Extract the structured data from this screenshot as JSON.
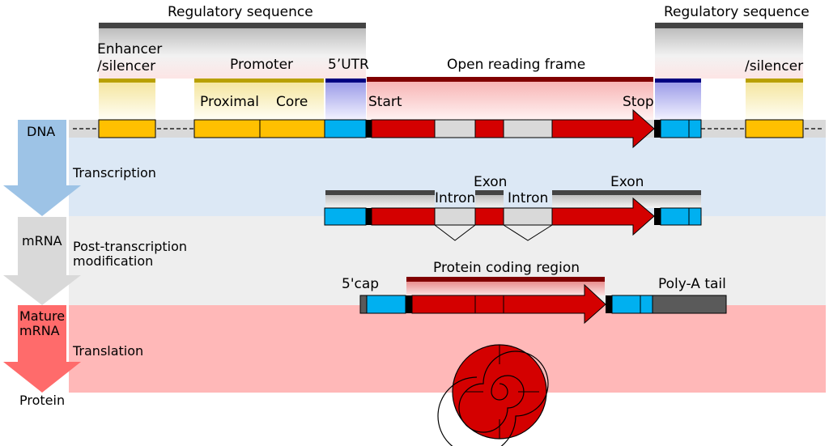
{
  "stages": {
    "dna": "DNA",
    "mrna": "mRNA",
    "mature_mrna_line1": "Mature",
    "mature_mrna_line2": "mRNA",
    "protein": "Protein"
  },
  "processes": {
    "transcription": "Transcription",
    "post_transcription_line1": "Post-transcription",
    "post_transcription_line2": "modification",
    "translation": "Translation"
  },
  "regulatory": {
    "left": "Regulatory sequence",
    "right": "Regulatory sequence",
    "enhancer_line1": "Enhancer",
    "enhancer_line2": "/silencer",
    "silencer_right": "/silencer",
    "promoter": "Promoter",
    "proximal": "Proximal",
    "core": "Core",
    "utr5": "5’UTR"
  },
  "orf": {
    "label": "Open reading frame",
    "start": "Start",
    "stop": "Stop"
  },
  "mrna_labels": {
    "exon_1": "Exon",
    "exon_2": "Exon",
    "intron_1": "Intron",
    "intron_2": "Intron"
  },
  "mature_labels": {
    "cap": "5'cap",
    "coding_region": "Protein coding region",
    "polya": "Poly-A tail"
  },
  "colors": {
    "regulatory_bar": "#444444",
    "enhancer": "#ffc000",
    "promoter_bar": "#b8a000",
    "utr": "#00b0f0",
    "utr_bar": "#000080",
    "exon": "#d40000",
    "orf_bar": "#800000",
    "intron": "#d9d9d9",
    "polya": "#5a5a5a",
    "band_transcription": "#dce8f5",
    "band_modification": "#eeeeee",
    "band_translation": "#ffb8b8",
    "arrow_dna": "#9dc3e6",
    "arrow_mrna": "#d9d9d9",
    "arrow_mature": "#ff6b6b"
  }
}
